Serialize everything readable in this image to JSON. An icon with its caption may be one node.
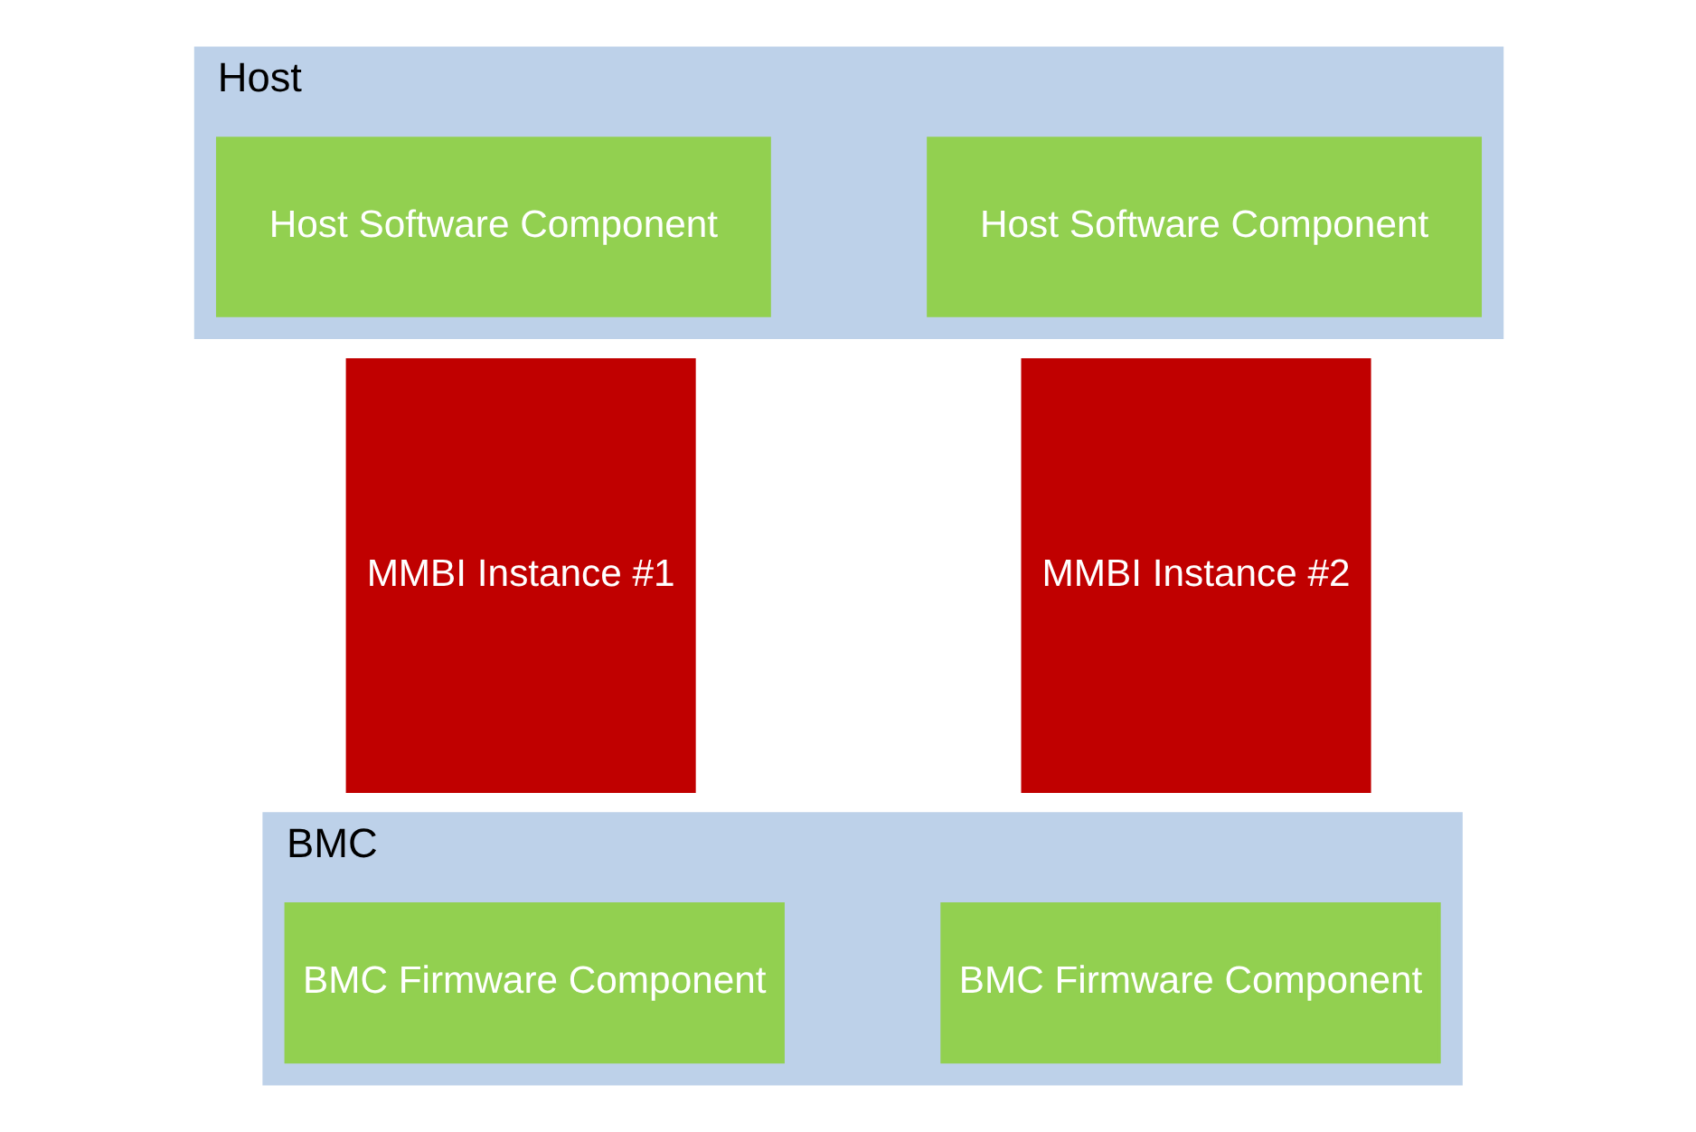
{
  "diagram": {
    "nodes": [
      {
        "text": [
          "Host"
        ]
      },
      {
        "text": [
          "Host Software Component"
        ],
        "in": 0
      },
      {
        "text": [
          "Host Software Component"
        ],
        "in": 0
      },
      {
        "text": [
          "MMBI Instance #1"
        ]
      },
      {
        "text": [
          "MMBI Instance #2"
        ]
      },
      {
        "text": [
          "BMC"
        ]
      },
      {
        "text": [
          "BMC Firmware Component"
        ],
        "in": 5
      },
      {
        "text": [
          "BMC Firmware Component"
        ],
        "in": 5
      }
    ],
    "edges": []
  }
}
